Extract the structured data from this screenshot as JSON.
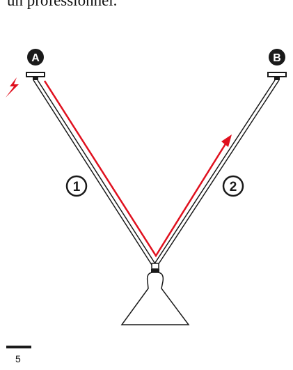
{
  "header": {
    "text": "un professionnel."
  },
  "diagram": {
    "anchor_a_label": "A",
    "anchor_b_label": "B",
    "step_1_label": "1",
    "step_2_label": "2",
    "accent_color": "#e0101e",
    "ink_color": "#1a1a1a",
    "icons": [
      "lightning-icon",
      "lamp-icon",
      "ceiling-mount-icon"
    ]
  },
  "footer": {
    "page_number": "5"
  }
}
